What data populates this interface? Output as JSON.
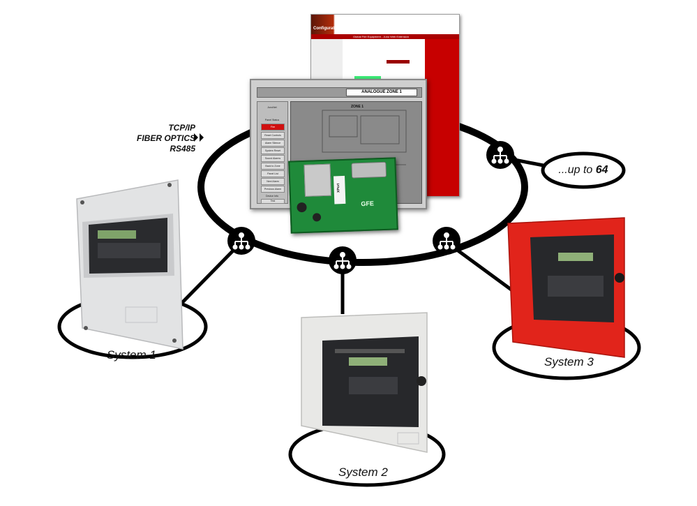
{
  "protocols": [
    "TCP/IP",
    "FIBER OPTICS",
    "RS485"
  ],
  "upto": {
    "prefix": "...up to ",
    "number": "64"
  },
  "systems": [
    {
      "label": "System 1",
      "panel_color": "#e2e3e4"
    },
    {
      "label": "System 2",
      "panel_color": "#e8e8e6"
    },
    {
      "label": "System 3",
      "panel_color": "#e1241b"
    }
  ],
  "node_icon": "network-hub-icon",
  "configurator": {
    "logo": "Configurator",
    "header": "Global Fire Equipment - Juno Web Extension"
  },
  "hmi": {
    "title": "ANALOGUE ZONE 1",
    "zone_label": "ZONE 1",
    "panel_name": "JunoNet",
    "panel_status": "Panel Status",
    "menu": [
      "Reset Controls",
      "Alarm Silence",
      "System Reset",
      "Sound Alarms",
      "Back to Zone",
      "Panel List",
      "Next Alarm",
      "Previous Alarm",
      "Device Info",
      "Test"
    ],
    "status_text": "Fire"
  },
  "board": {
    "brand": "XPort",
    "label": "GFE"
  },
  "colors": {
    "ring": "#000000",
    "node_fill": "#000000",
    "node_icon": "#ffffff",
    "cfg_red": "#c70000"
  }
}
